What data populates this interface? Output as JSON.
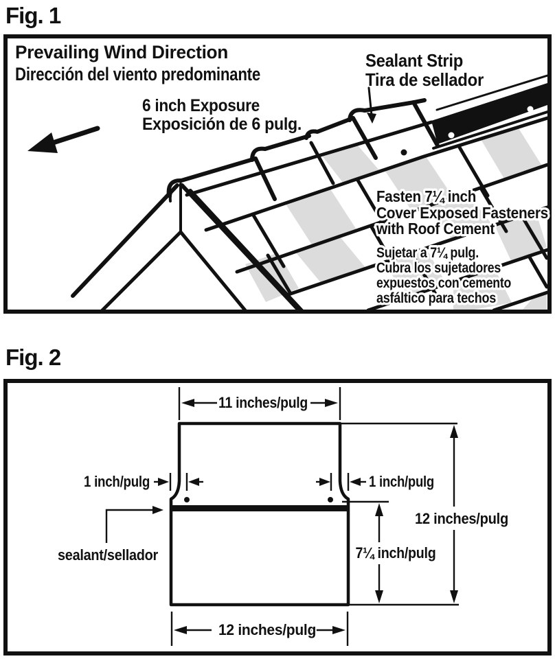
{
  "colors": {
    "ink": "#111111",
    "shingle_tab_gray": "#dcdcdc",
    "paper": "#ffffff"
  },
  "fig1": {
    "heading": "Fig. 1",
    "wind_label": {
      "en": "Prevailing Wind Direction",
      "es": "Dirección del viento predominante"
    },
    "exposure_label": {
      "en": "6 inch Exposure",
      "es": "Exposición de 6 pulg."
    },
    "sealant_label": {
      "en": "Sealant Strip",
      "es": "Tira de sellador"
    },
    "fasten_note": {
      "en1": "Fasten 7¼ inch",
      "en2": "Cover Exposed Fasteners",
      "en3": "with Roof Cement",
      "es1": "Sujetar a 7¼ pulg.",
      "es2": "Cubra los sujetadores",
      "es3": "expuestos con cemento",
      "es4": "asfáltico para techos"
    }
  },
  "fig2": {
    "heading": "Fig. 2",
    "dimensions": {
      "top_width": "11 inches/pulg",
      "side_inset": "1 inch/pulg",
      "total_height": "12 inches/pulg",
      "exposure_height": "7¼ inch/pulg",
      "bottom_width": "12 inches/pulg",
      "sealant_callout": "sealant/sellador"
    }
  }
}
